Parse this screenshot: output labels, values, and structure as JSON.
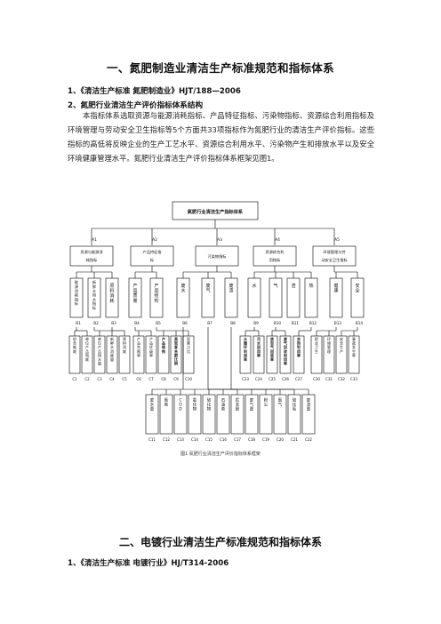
{
  "title1": "一、氮肥制造业清洁生产标准规范和指标体系",
  "item1": "1、《清洁生产标准 氮肥制造业》HJT/188—2006",
  "item2": "2、氮肥行业清洁生产评价指标体系结构",
  "paragraph": "本指标体系选取资源与能源消耗指标、产品特征指标、污染物指标、资源综合利用指标及环境管理与劳动安全卫生指标等5个方面共33项指标作为氮肥行业的清洁生产评价指标。这些指标的高低将反映企业的生产工艺水平、资源综合利用水平、污染物产生和排放水平以及安全环境健康管理水平。氮肥行业清洁生产评价指标体系框架见图1。",
  "diagram": {
    "root": "氮肥行业清洁生产指标体系",
    "level1": [
      {
        "code": "A1",
        "label": "资源与能源消耗指标"
      },
      {
        "code": "A2",
        "label": "产品特征指标"
      },
      {
        "code": "A3",
        "label": "污染物指标"
      },
      {
        "code": "A4",
        "label": "资源综合利用指标"
      },
      {
        "code": "A5",
        "label": "环境管理与劳动安全卫生指标"
      }
    ],
    "level2": [
      {
        "label": "能源消耗指标",
        "code": "B1"
      },
      {
        "label": "新鲜水用水指标",
        "code": "B2"
      },
      {
        "label": "原料消耗",
        "code": "B3"
      },
      {
        "label": "产品质量",
        "code": "B4"
      },
      {
        "label": "产品结构",
        "code": "B5"
      },
      {
        "label": "废水",
        "code": "B6"
      },
      {
        "label": "废气",
        "code": "B7"
      },
      {
        "label": "废渣",
        "code": "B8"
      },
      {
        "label": "水",
        "code": "B9"
      },
      {
        "label": "气",
        "code": "B10"
      },
      {
        "label": "渣",
        "code": "B11"
      },
      {
        "label": "热",
        "code": "B12"
      },
      {
        "label": "健康",
        "code": "B13"
      },
      {
        "label": "安全",
        "code": "B14"
      }
    ],
    "level3": [
      {
        "label": "综合能耗",
        "code": "C1"
      },
      {
        "label": "单位产品电耗",
        "code": "C2"
      },
      {
        "label": "单位产品用水量",
        "code": "C3"
      },
      {
        "label": "新鲜水消耗量",
        "code": "C4"
      },
      {
        "label": "原料消耗",
        "code": "C5"
      },
      {
        "label": "产品合格率",
        "code": "C6"
      },
      {
        "label": "产品优级率",
        "code": "C7"
      },
      {
        "label": "产品结构",
        "code": "C8"
      },
      {
        "label": "高效复合肥比例",
        "code": "C9"
      },
      {
        "label": "尿素占比",
        "code": "C10"
      },
      {
        "label": "水循环利用率",
        "code": "C23"
      },
      {
        "label": "污水回用率",
        "code": "C24"
      },
      {
        "label": "放空气回收率",
        "code": "C25"
      },
      {
        "label": "废气回收利用率",
        "code": "C26"
      },
      {
        "label": "余热利用率",
        "code": "C27"
      },
      {
        "label": "职业卫生",
        "code": "C30"
      },
      {
        "label": "环境管理",
        "code": "C31"
      },
      {
        "label": "安全生产",
        "code": "C32"
      },
      {
        "label": "事故发生率",
        "code": "C33"
      }
    ],
    "level4": [
      {
        "label": "废水量",
        "code": "C11"
      },
      {
        "label": "氨氮",
        "code": "C12"
      },
      {
        "label": "COD",
        "code": "C13"
      },
      {
        "label": "氰化物",
        "code": "C14"
      },
      {
        "label": "硫化物",
        "code": "C15"
      },
      {
        "label": "石油类",
        "code": "C16"
      },
      {
        "label": "挥发酚",
        "code": "C17"
      },
      {
        "label": "废气量",
        "code": "C18"
      },
      {
        "label": "粉尘",
        "code": "C19"
      },
      {
        "label": "氨气",
        "code": "C20"
      },
      {
        "label": "硫化氢",
        "code": "C21"
      },
      {
        "label": "废渣量",
        "code": "C22"
      }
    ],
    "caption": "图1 氮肥行业清洁生产评价指标体系框架"
  },
  "title2": "二、电镀行业清洁生产标准规范和指标体系",
  "item3": "1、《清洁生产标准 电镀行业》HJ/T314-2006"
}
